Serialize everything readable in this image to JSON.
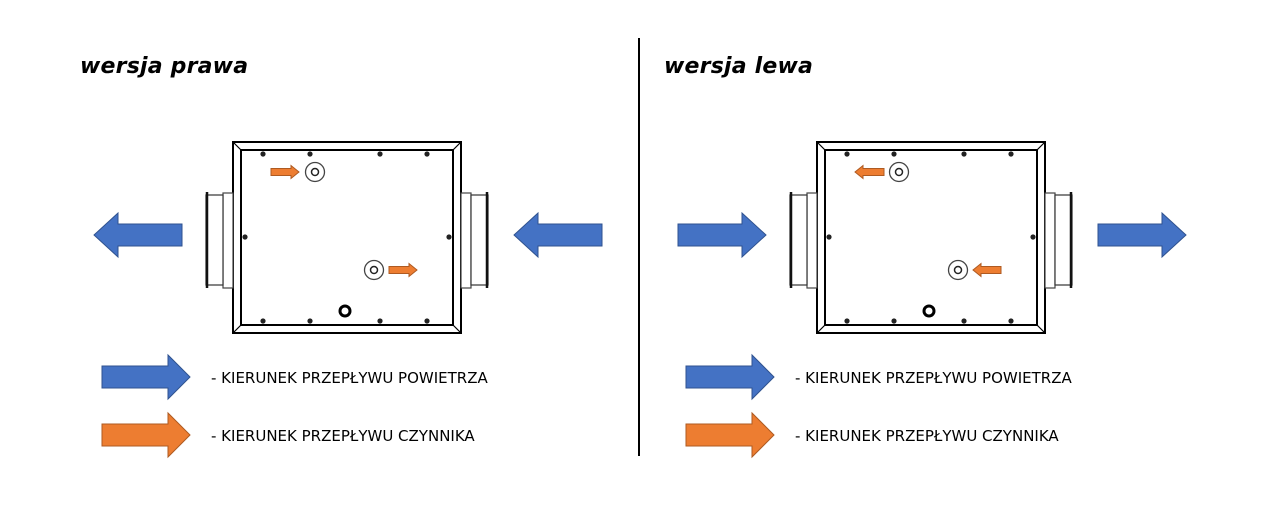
{
  "colors": {
    "air_flow": "#4472C4",
    "air_flow_stroke": "#2F528F",
    "refrigerant_flow": "#ED7D31",
    "refrigerant_flow_stroke": "#AE5A21",
    "housing": "#000000"
  },
  "panels": [
    {
      "id": "right",
      "title": "wersja prawa",
      "air_flow_direction": "left",
      "refrigerant_flow_direction": "right",
      "legend": [
        {
          "type": "air",
          "label": "- KIERUNEK PRZEPŁYWU POWIETRZA"
        },
        {
          "type": "refrigerant",
          "label": "- KIERUNEK PRZEPŁYWU CZYNNIKA"
        }
      ]
    },
    {
      "id": "left",
      "title": "wersja lewa",
      "air_flow_direction": "right",
      "refrigerant_flow_direction": "left",
      "legend": [
        {
          "type": "air",
          "label": "- KIERUNEK PRZEPŁYWU POWIETRZA"
        },
        {
          "type": "refrigerant",
          "label": "- KIERUNEK PRZEPŁYWU CZYNNIKA"
        }
      ]
    }
  ]
}
